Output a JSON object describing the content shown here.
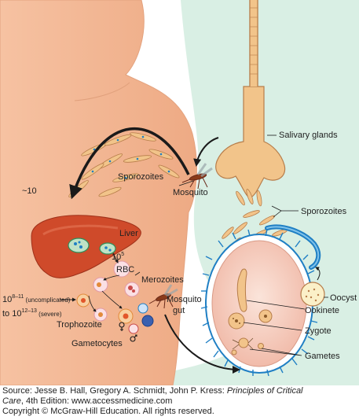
{
  "colors": {
    "panel": "#d9efe4",
    "skin": "#f4b996",
    "skin_edge": "#e3a27e",
    "liver": "#cf4a2a",
    "tan": "#f2c48a",
    "tan_edge": "#b77d4a",
    "blue": "#1f7fc4",
    "gut": "#f7d0c2",
    "arrow": "#1a1a1a"
  },
  "labels": {
    "salivary_glands": "Salivary glands",
    "sporozoites_left": "Sporozoites",
    "mosquito_top": "Mosquito",
    "sporozoites_right": "Sporozoites",
    "approx_10": "~10",
    "liver": "Liver",
    "ten_5": "10",
    "ten_5_exp": "5",
    "rbc": "RBC",
    "merozoites": "Merozoites",
    "range_a_base": "10",
    "range_a_exp": "8–11",
    "range_a_note": " (uncomplicated)",
    "range_b_prefix": "to 10",
    "range_b_exp": "12–13",
    "range_b_note": " (severe)",
    "trophozoite": "Trophozoite",
    "gametocytes": "Gametocytes",
    "mosquito_gut": "Mosquito",
    "mosquito_gut_2": "gut",
    "oocyst": "Oocyst",
    "ookinete": "Ookinete",
    "zygote": "Zygote",
    "gametes": "Gametes"
  },
  "credit": {
    "line1_a": "Source: Jesse B. Hall, Gregory A. Schmidt, John P. Kress: ",
    "line1_title": "Principles of Critical",
    "line2_title": "Care",
    "line2_b": ", 4th Edition: www.accessmedicine.com",
    "line3": "Copyright © McGraw-Hill Education. All rights reserved."
  }
}
